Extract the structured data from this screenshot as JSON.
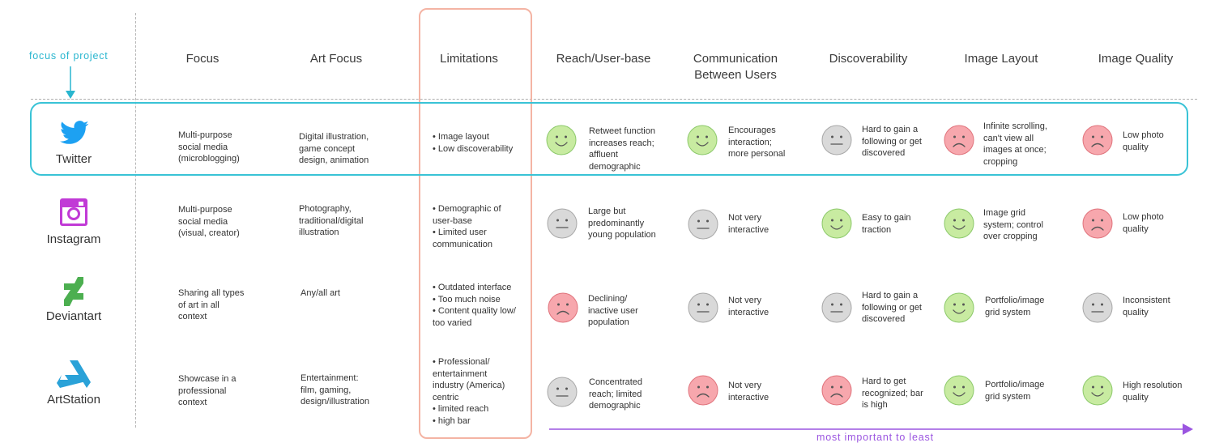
{
  "focus_label": "focus of project",
  "bottom_label": "most important to least",
  "columns": [
    "Focus",
    "Art Focus",
    "Limitations",
    "Reach/User-base",
    "Communication\nBetween Users",
    "Discoverability",
    "Image Layout",
    "Image Quality"
  ],
  "rows": [
    {
      "name": "Twitter",
      "icon": "twitter-bird-icon",
      "focus": "Multi-purpose\nsocial media\n(microblogging)",
      "art_focus": "Digital illustration,\ngame concept\ndesign, animation",
      "limitations": "• Image layout\n• Low discoverability",
      "ratings": [
        {
          "mood": "happy",
          "text": "Retweet function\nincreases reach;\naffluent\ndemographic"
        },
        {
          "mood": "happy",
          "text": "Encourages\ninteraction;\nmore personal"
        },
        {
          "mood": "neutral",
          "text": "Hard to gain a\nfollowing or get\ndiscovered"
        },
        {
          "mood": "sad",
          "text": "Infinite scrolling,\ncan't view all\nimages at once;\ncropping"
        },
        {
          "mood": "sad",
          "text": "Low photo\nquality"
        }
      ]
    },
    {
      "name": "Instagram",
      "icon": "instagram-camera-icon",
      "focus": "Multi-purpose\nsocial media\n(visual, creator)",
      "art_focus": "Photography,\ntraditional/digital\nillustration",
      "limitations": "• Demographic of\nuser-base\n• Limited user\ncommunication",
      "ratings": [
        {
          "mood": "neutral",
          "text": "Large but\npredominantly\nyoung population"
        },
        {
          "mood": "neutral",
          "text": "Not very\ninteractive"
        },
        {
          "mood": "happy",
          "text": "Easy to gain\ntraction"
        },
        {
          "mood": "happy",
          "text": "Image grid\nsystem; control\nover cropping"
        },
        {
          "mood": "sad",
          "text": "Low photo\nquality"
        }
      ]
    },
    {
      "name": "Deviantart",
      "icon": "deviantart-logo-icon",
      "focus": "Sharing all types\nof art in all\ncontext",
      "art_focus": "Any/all art",
      "limitations": "• Outdated interface\n• Too much noise\n• Content quality low/\ntoo varied",
      "ratings": [
        {
          "mood": "sad",
          "text": "Declining/\ninactive user\npopulation"
        },
        {
          "mood": "neutral",
          "text": "Not very\ninteractive"
        },
        {
          "mood": "neutral",
          "text": "Hard to gain a\nfollowing or get\ndiscovered"
        },
        {
          "mood": "happy",
          "text": "Portfolio/image\ngrid system"
        },
        {
          "mood": "neutral",
          "text": "Inconsistent\nquality"
        }
      ]
    },
    {
      "name": "ArtStation",
      "icon": "artstation-logo-icon",
      "focus": "Showcase in a\nprofessional\ncontext",
      "art_focus": "Entertainment:\nfilm, gaming,\ndesign/illustration",
      "limitations": "• Professional/\nentertainment\nindustry (America)\ncentric\n• limited reach\n• high bar",
      "ratings": [
        {
          "mood": "neutral",
          "text": "Concentrated\nreach; limited\ndemographic"
        },
        {
          "mood": "sad",
          "text": "Not very\ninteractive"
        },
        {
          "mood": "sad",
          "text": "Hard to get\nrecognized; bar\nis high"
        },
        {
          "mood": "happy",
          "text": "Portfolio/image\ngrid system"
        },
        {
          "mood": "happy",
          "text": "High resolution\nquality"
        }
      ]
    }
  ],
  "colors": {
    "happy": "#c8eba1",
    "happy_stroke": "#8cc96a",
    "neutral": "#d9d9d9",
    "neutral_stroke": "#a8a8a8",
    "sad": "#f7a7ad",
    "sad_stroke": "#e0737c",
    "accent_cyan": "#39c3d6",
    "limitations_box": "#f4b4a4",
    "arrow_purple": "#9b55e0",
    "twitter_blue": "#1da1f2",
    "instagram_purple": "#c13ad6",
    "deviantart_green": "#4caf50",
    "artstation_blue": "#2aa2d8"
  }
}
